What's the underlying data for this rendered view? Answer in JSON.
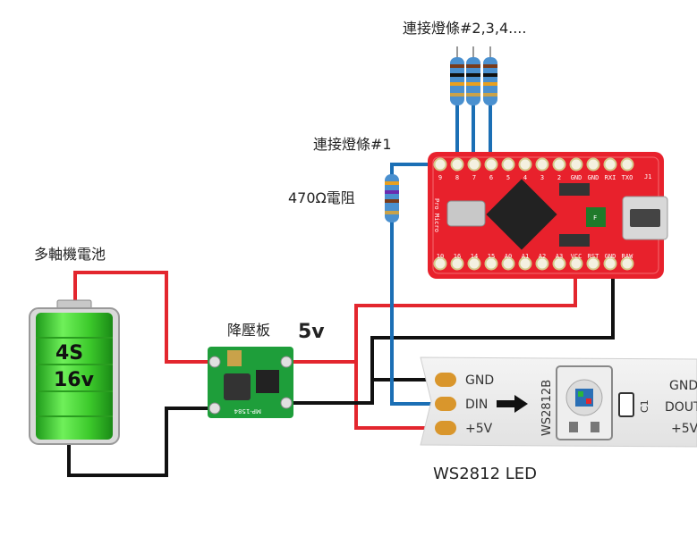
{
  "labels": {
    "resistors_multi": "連接燈條#2,3,4....",
    "strip1": "連接燈條#1",
    "resistor": "470Ω電阻",
    "battery": "多軸機電池",
    "regulator": "降壓板",
    "voltage_out": "5v",
    "led_strip": "WS2812 LED"
  },
  "battery": {
    "cells": "4S",
    "voltage": "16v"
  },
  "board": {
    "top_pins": [
      "9",
      "8",
      "7",
      "6",
      "5",
      "4",
      "3",
      "2",
      "GND",
      "GND",
      "RXI",
      "TXO"
    ],
    "bottom_pins": [
      "10",
      "16",
      "14",
      "15",
      "A0",
      "A1",
      "A2",
      "A3",
      "VCC",
      "RST",
      "GND",
      "RAW"
    ],
    "side_text": "Pro Micro",
    "corner_label": "J1",
    "chip_label": "F"
  },
  "regulator_text": "MP-1584",
  "strip": {
    "pads": [
      "GND",
      "DIN",
      "+5V"
    ],
    "chip_label": "WS2812B",
    "cap_label": "C1",
    "right_pads": [
      "GND",
      "DOUT",
      "+5V"
    ]
  },
  "colors": {
    "wire_red": "#e3262e",
    "wire_black": "#111111",
    "wire_blue": "#1b6fb5",
    "board_red": "#e8212c",
    "battery_green": "#3cc92b"
  }
}
